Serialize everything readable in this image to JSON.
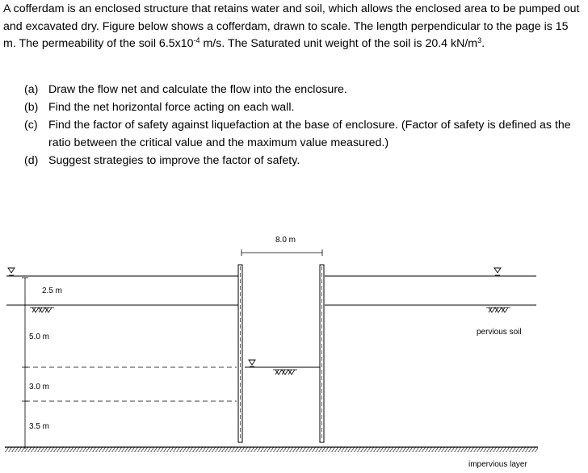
{
  "problem": {
    "intro_part1": "A cofferdam is an enclosed structure that retains water and soil, which allows the enclosed area to be pumped out and excavated dry. Figure below shows a cofferdam, drawn to scale. The length perpendicular to the page is 15 m. The permeability of the soil 6.5x10",
    "intro_exp": "-4",
    "intro_part2": " m/s. The Saturated unit weight of the soil is 20.4 kN/m",
    "intro_unit_exp": "3",
    "intro_end": ".",
    "questions": [
      {
        "label": "(a)",
        "text": "Draw the flow net and calculate the flow into the enclosure."
      },
      {
        "label": "(b)",
        "text": "Find the net horizontal force acting on each wall."
      },
      {
        "label": "(c)",
        "text": "Find the factor of safety against liquefaction at the base of enclosure. (Factor of safety is defined as the ratio between the critical value and the maximum value measured.)"
      },
      {
        "label": "(d)",
        "text": "Suggest strategies to improve the factor of safety."
      }
    ]
  },
  "figure": {
    "width_label": "8.0 m",
    "dim_labels": [
      "2.5 m",
      "5.0 m",
      "3.0 m",
      "3.5 m"
    ],
    "soil_label": "pervious soil",
    "base_label": "impervious layer"
  }
}
